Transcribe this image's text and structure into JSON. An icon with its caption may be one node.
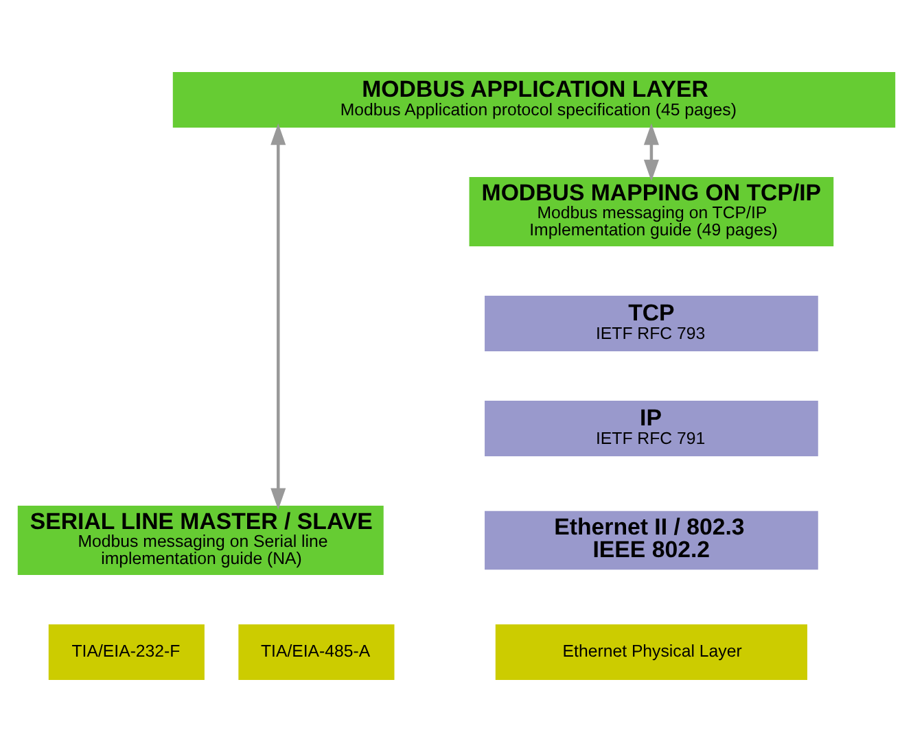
{
  "diagram": {
    "nodes": [
      {
        "text": [
          "MODBUS APPLICATION LAYER",
          "Modbus Application protocol specification (45 pages)"
        ]
      },
      {
        "text": [
          "MODBUS MAPPING ON TCP/IP",
          "Modbus messaging on TCP/IP Implementation guide (49 pages)"
        ]
      },
      {
        "text": [
          "TCP",
          "IETF RFC 793"
        ]
      },
      {
        "text": [
          "IP",
          "IETF RFC 791"
        ]
      },
      {
        "text": [
          "Ethernet II / 802.3",
          "IEEE 802.2"
        ]
      },
      {
        "text": [
          "SERIAL LINE MASTER / SLAVE",
          "Modbus messaging on Serial line implementation guide (NA)"
        ]
      },
      {
        "text": [
          "TIA/EIA-232-F"
        ]
      },
      {
        "text": [
          "TIA/EIA-485-A"
        ]
      },
      {
        "text": [
          "Ethernet Physical Layer"
        ]
      }
    ],
    "edges": [
      {
        "from": 0,
        "to": 5,
        "arrow": "both"
      },
      {
        "from": 0,
        "to": 1,
        "arrow": "both"
      }
    ]
  }
}
